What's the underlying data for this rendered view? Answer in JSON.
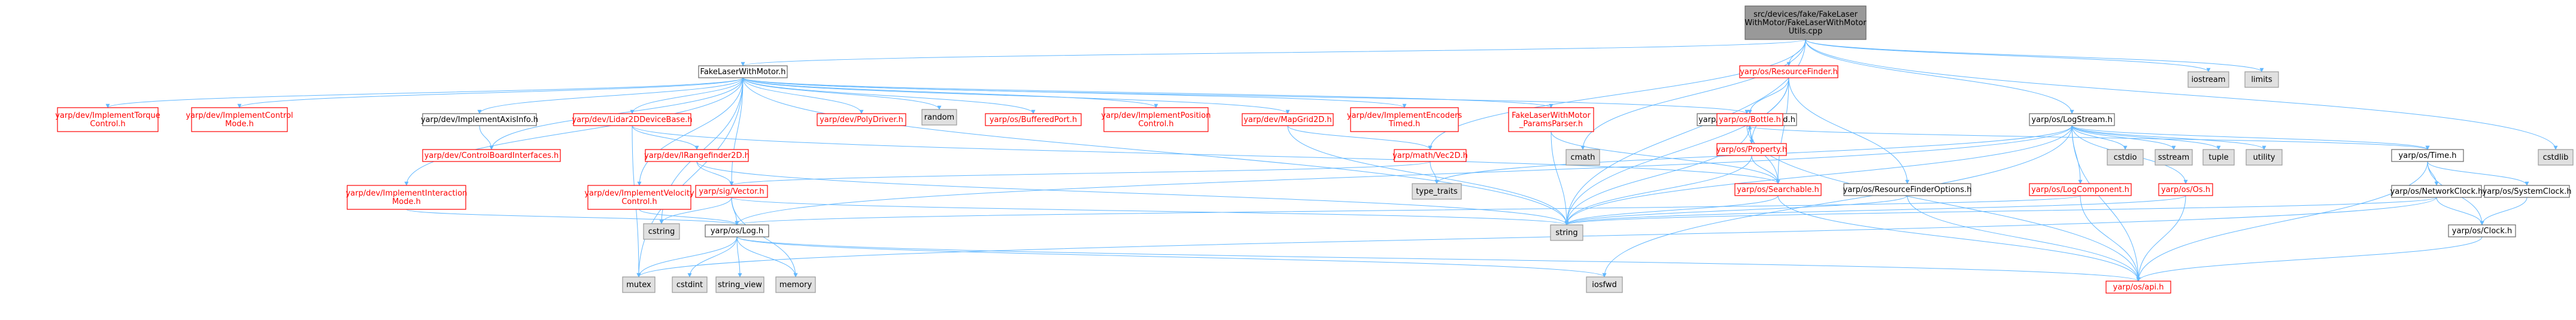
{
  "colors": {
    "edge": "#63b8ff",
    "edge_alt": "#a0a0a0",
    "root_fill": "#999999",
    "root_border": "#666666",
    "normal_fill": "#ffffff",
    "normal_border": "#666666",
    "red_border": "#ff0000",
    "red_text": "#ff0000",
    "ext_fill": "#e0e0e0",
    "ext_border": "#999999",
    "text": "#000000"
  },
  "nodes": [
    {
      "id": "root",
      "style": "root",
      "lines": [
        "src/devices/fake/FakeLaser",
        "WithMotor/FakeLaserWithMotor",
        "Utils.cpp"
      ]
    },
    {
      "id": "fakelaser_h",
      "style": "normal",
      "lines": [
        "FakeLaserWithMotor.h"
      ]
    },
    {
      "id": "resourcefinder",
      "style": "red",
      "lines": [
        "yarp/os/ResourceFinder.h"
      ]
    },
    {
      "id": "iostream",
      "style": "ext",
      "lines": [
        "iostream"
      ]
    },
    {
      "id": "limits",
      "style": "ext",
      "lines": [
        "limits"
      ]
    },
    {
      "id": "implementtorque",
      "style": "red",
      "lines": [
        "yarp/dev/ImplementTorque",
        "Control.h"
      ]
    },
    {
      "id": "implementcontrolmode",
      "style": "red",
      "lines": [
        "yarp/dev/ImplementControl",
        "Mode.h"
      ]
    },
    {
      "id": "implementaxisinfo",
      "style": "normal",
      "lines": [
        "yarp/dev/ImplementAxisInfo.h"
      ]
    },
    {
      "id": "lidar2d",
      "style": "red",
      "lines": [
        "yarp/dev/Lidar2DDeviceBase.h"
      ]
    },
    {
      "id": "polydriver",
      "style": "red",
      "lines": [
        "yarp/dev/PolyDriver.h"
      ]
    },
    {
      "id": "random",
      "style": "ext",
      "lines": [
        "random"
      ]
    },
    {
      "id": "bufferedport",
      "style": "red",
      "lines": [
        "yarp/os/BufferedPort.h"
      ]
    },
    {
      "id": "implementposition",
      "style": "red",
      "lines": [
        "yarp/dev/ImplementPosition",
        "Control.h"
      ]
    },
    {
      "id": "mapgrid2d",
      "style": "red",
      "lines": [
        "yarp/dev/MapGrid2D.h"
      ]
    },
    {
      "id": "implementencoders",
      "style": "red",
      "lines": [
        "yarp/dev/ImplementEncoders",
        "Timed.h"
      ]
    },
    {
      "id": "paramsparser",
      "style": "red",
      "lines": [
        "FakeLaserWithMotor",
        "_ParamsParser.h"
      ]
    },
    {
      "id": "periodicthread",
      "style": "normal",
      "lines": [
        "yarp/os/PeriodicThread.h"
      ]
    },
    {
      "id": "logstream",
      "style": "normal",
      "lines": [
        "yarp/os/LogStream.h"
      ]
    },
    {
      "id": "bottle",
      "style": "red",
      "lines": [
        "yarp/os/Bottle.h"
      ]
    },
    {
      "id": "property",
      "style": "red",
      "lines": [
        "yarp/os/Property.h"
      ]
    },
    {
      "id": "cmath",
      "style": "ext",
      "lines": [
        "cmath"
      ]
    },
    {
      "id": "controlboardinterfaces",
      "style": "red",
      "lines": [
        "yarp/dev/ControlBoardInterfaces.h"
      ]
    },
    {
      "id": "rangefinder2d",
      "style": "red",
      "lines": [
        "yarp/dev/IRangefinder2D.h"
      ]
    },
    {
      "id": "mathvec2d",
      "style": "red",
      "lines": [
        "yarp/math/Vec2D.h"
      ]
    },
    {
      "id": "implementinteraction",
      "style": "red",
      "lines": [
        "yarp/dev/ImplementInteraction",
        "Mode.h"
      ]
    },
    {
      "id": "implementvelocity",
      "style": "red",
      "lines": [
        "yarp/dev/ImplementVelocity",
        "Control.h"
      ]
    },
    {
      "id": "sigvector",
      "style": "red",
      "lines": [
        "yarp/sig/Vector.h"
      ]
    },
    {
      "id": "type_traits",
      "style": "ext",
      "lines": [
        "type_traits"
      ]
    },
    {
      "id": "searchable",
      "style": "red",
      "lines": [
        "yarp/os/Searchable.h"
      ]
    },
    {
      "id": "resourcefinderoptions",
      "style": "normal",
      "lines": [
        "yarp/os/ResourceFinderOptions.h"
      ]
    },
    {
      "id": "logcomponent",
      "style": "red",
      "lines": [
        "yarp/os/LogComponent.h"
      ]
    },
    {
      "id": "os_h",
      "style": "red",
      "lines": [
        "yarp/os/Os.h"
      ]
    },
    {
      "id": "cstdio",
      "style": "ext",
      "lines": [
        "cstdio"
      ]
    },
    {
      "id": "sstream",
      "style": "ext",
      "lines": [
        "sstream"
      ]
    },
    {
      "id": "tuple",
      "style": "ext",
      "lines": [
        "tuple"
      ]
    },
    {
      "id": "utility",
      "style": "ext",
      "lines": [
        "utility"
      ]
    },
    {
      "id": "cstdlib",
      "style": "ext",
      "lines": [
        "cstdlib"
      ]
    },
    {
      "id": "time_h",
      "style": "normal",
      "lines": [
        "yarp/os/Time.h"
      ]
    },
    {
      "id": "networkclock",
      "style": "normal",
      "lines": [
        "yarp/os/NetworkClock.h"
      ]
    },
    {
      "id": "systemclock",
      "style": "normal",
      "lines": [
        "yarp/os/SystemClock.h"
      ]
    },
    {
      "id": "clock_h",
      "style": "normal",
      "lines": [
        "yarp/os/Clock.h"
      ]
    },
    {
      "id": "cstring",
      "style": "ext",
      "lines": [
        "cstring"
      ]
    },
    {
      "id": "log_h",
      "style": "normal",
      "lines": [
        "yarp/os/Log.h"
      ]
    },
    {
      "id": "string",
      "style": "ext",
      "lines": [
        "string"
      ]
    },
    {
      "id": "mutex",
      "style": "ext",
      "lines": [
        "mutex"
      ]
    },
    {
      "id": "cstdint",
      "style": "ext",
      "lines": [
        "cstdint"
      ]
    },
    {
      "id": "string_view",
      "style": "ext",
      "lines": [
        "string_view"
      ]
    },
    {
      "id": "memory",
      "style": "ext",
      "lines": [
        "memory"
      ]
    },
    {
      "id": "iosfwd",
      "style": "ext",
      "lines": [
        "iosfwd"
      ]
    },
    {
      "id": "yarp_api",
      "style": "red",
      "lines": [
        "yarp/os/api.h"
      ]
    }
  ],
  "edges": [
    [
      "root",
      "fakelaser_h"
    ],
    [
      "root",
      "resourcefinder"
    ],
    [
      "root",
      "iostream"
    ],
    [
      "root",
      "limits"
    ],
    [
      "root",
      "logstream"
    ],
    [
      "root",
      "mathvec2d"
    ],
    [
      "root",
      "cmath"
    ],
    [
      "root",
      "cstdlib"
    ],
    [
      "root",
      "string"
    ],
    [
      "fakelaser_h",
      "implementtorque"
    ],
    [
      "fakelaser_h",
      "implementcontrolmode"
    ],
    [
      "fakelaser_h",
      "implementaxisinfo"
    ],
    [
      "fakelaser_h",
      "lidar2d"
    ],
    [
      "fakelaser_h",
      "polydriver"
    ],
    [
      "fakelaser_h",
      "random"
    ],
    [
      "fakelaser_h",
      "bufferedport"
    ],
    [
      "fakelaser_h",
      "implementposition"
    ],
    [
      "fakelaser_h",
      "mapgrid2d"
    ],
    [
      "fakelaser_h",
      "implementencoders"
    ],
    [
      "fakelaser_h",
      "paramsparser"
    ],
    [
      "fakelaser_h",
      "periodicthread"
    ],
    [
      "fakelaser_h",
      "controlboardinterfaces"
    ],
    [
      "fakelaser_h",
      "implementinteraction"
    ],
    [
      "fakelaser_h",
      "implementvelocity"
    ],
    [
      "fakelaser_h",
      "sigvector"
    ],
    [
      "fakelaser_h",
      "mutex"
    ],
    [
      "fakelaser_h",
      "string"
    ],
    [
      "fakelaser_h",
      "cstring"
    ],
    [
      "implementaxisinfo",
      "controlboardinterfaces"
    ],
    [
      "lidar2d",
      "rangefinder2d"
    ],
    [
      "lidar2d",
      "mutex"
    ],
    [
      "lidar2d",
      "searchable"
    ],
    [
      "rangefinder2d",
      "sigvector"
    ],
    [
      "rangefinder2d",
      "string"
    ],
    [
      "mapgrid2d",
      "mathvec2d"
    ],
    [
      "mapgrid2d",
      "string"
    ],
    [
      "mathvec2d",
      "sigvector"
    ],
    [
      "mathvec2d",
      "type_traits"
    ],
    [
      "paramsparser",
      "searchable"
    ],
    [
      "paramsparser",
      "string"
    ],
    [
      "resourcefinder",
      "bottle"
    ],
    [
      "resourcefinder",
      "property"
    ],
    [
      "resourcefinder",
      "searchable"
    ],
    [
      "resourcefinder",
      "resourcefinderoptions"
    ],
    [
      "resourcefinder",
      "string"
    ],
    [
      "bottle",
      "property"
    ],
    [
      "bottle",
      "searchable"
    ],
    [
      "bottle",
      "string"
    ],
    [
      "property",
      "bottle"
    ],
    [
      "property",
      "searchable"
    ],
    [
      "property",
      "string"
    ],
    [
      "searchable",
      "string"
    ],
    [
      "searchable",
      "yarp_api"
    ],
    [
      "periodicthread",
      "time_h"
    ],
    [
      "periodicthread",
      "yarp_api"
    ],
    [
      "logstream",
      "logcomponent"
    ],
    [
      "logstream",
      "os_h"
    ],
    [
      "logstream",
      "cstdio"
    ],
    [
      "logstream",
      "sstream"
    ],
    [
      "logstream",
      "tuple"
    ],
    [
      "logstream",
      "utility"
    ],
    [
      "logstream",
      "time_h"
    ],
    [
      "logstream",
      "log_h"
    ],
    [
      "logstream",
      "string"
    ],
    [
      "logstream",
      "type_traits"
    ],
    [
      "logstream",
      "yarp_api"
    ],
    [
      "logstream",
      "iosfwd"
    ],
    [
      "logcomponent",
      "log_h"
    ],
    [
      "logcomponent",
      "yarp_api"
    ],
    [
      "os_h",
      "yarp_api"
    ],
    [
      "os_h",
      "string"
    ],
    [
      "time_h",
      "networkclock"
    ],
    [
      "time_h",
      "systemclock"
    ],
    [
      "time_h",
      "clock_h"
    ],
    [
      "time_h",
      "yarp_api"
    ],
    [
      "networkclock",
      "clock_h"
    ],
    [
      "networkclock",
      "string"
    ],
    [
      "networkclock",
      "mutex"
    ],
    [
      "systemclock",
      "clock_h"
    ],
    [
      "clock_h",
      "yarp_api"
    ],
    [
      "resourcefinderoptions",
      "string"
    ],
    [
      "resourcefinderoptions",
      "yarp_api"
    ],
    [
      "implementvelocity",
      "log_h"
    ],
    [
      "implementinteraction",
      "log_h"
    ],
    [
      "sigvector",
      "cstring"
    ],
    [
      "sigvector",
      "string"
    ],
    [
      "sigvector",
      "log_h"
    ],
    [
      "sigvector",
      "memory"
    ],
    [
      "log_h",
      "cstdint"
    ],
    [
      "log_h",
      "string_view"
    ],
    [
      "log_h",
      "memory"
    ],
    [
      "log_h",
      "mutex"
    ],
    [
      "log_h",
      "iosfwd"
    ],
    [
      "log_h",
      "yarp_api"
    ]
  ]
}
